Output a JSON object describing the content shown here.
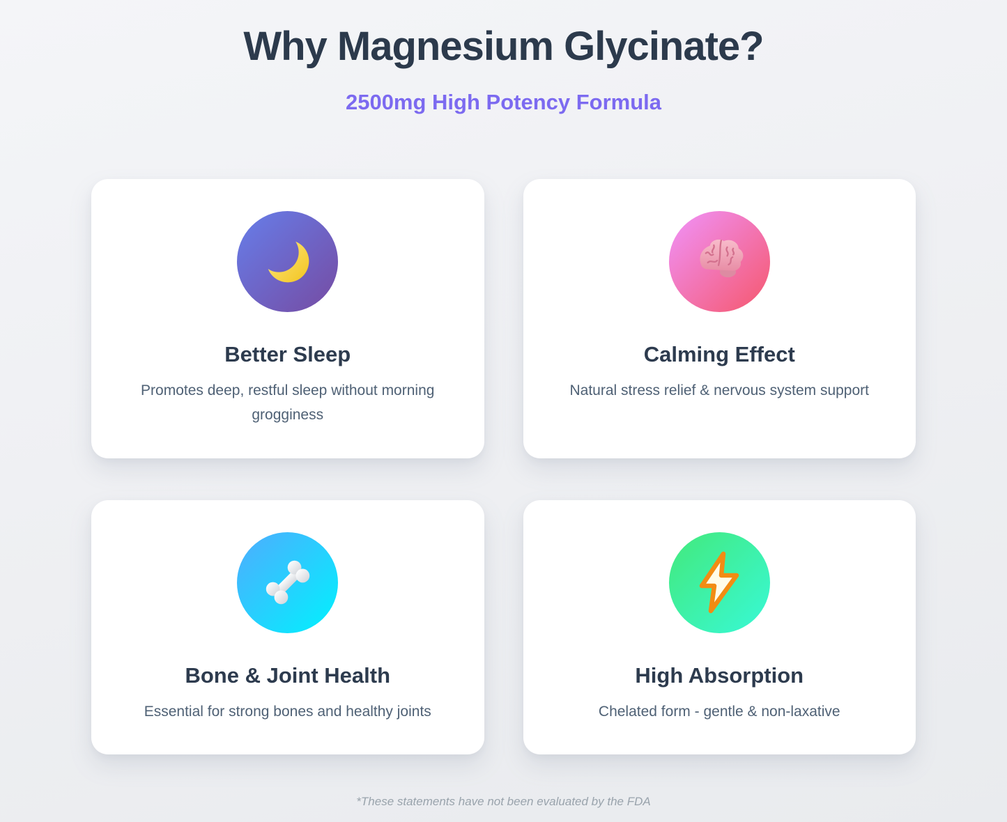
{
  "header": {
    "title": "Why Magnesium Glycinate?",
    "subtitle": "2500mg High Potency Formula"
  },
  "colors": {
    "title_text": "#2c3a4c",
    "subtitle_accent": "#7c6af0",
    "card_background": "#ffffff",
    "page_background": "#eff0f3",
    "body_text": "#4f6175",
    "footnote_text": "#99a3ac"
  },
  "cards": [
    {
      "title": "Better Sleep",
      "description": "Promotes deep, restful sleep without morning grogginess",
      "icon": "crescent-moon-icon",
      "circle_gradient": [
        "#667eea",
        "#764ba2"
      ]
    },
    {
      "title": "Calming Effect",
      "description": "Natural stress relief & nervous system support",
      "icon": "brain-icon",
      "circle_gradient": [
        "#f093fb",
        "#f5576c"
      ]
    },
    {
      "title": "Bone & Joint Health",
      "description": "Essential for strong bones and healthy joints",
      "icon": "bone-icon",
      "circle_gradient": [
        "#4facfe",
        "#00f2fe"
      ]
    },
    {
      "title": "High Absorption",
      "description": "Chelated form - gentle & non-laxative",
      "icon": "lightning-bolt-icon",
      "circle_gradient": [
        "#43e97b",
        "#38f9d7"
      ]
    }
  ],
  "footer": {
    "disclaimer": "*These statements have not been evaluated by the FDA"
  }
}
